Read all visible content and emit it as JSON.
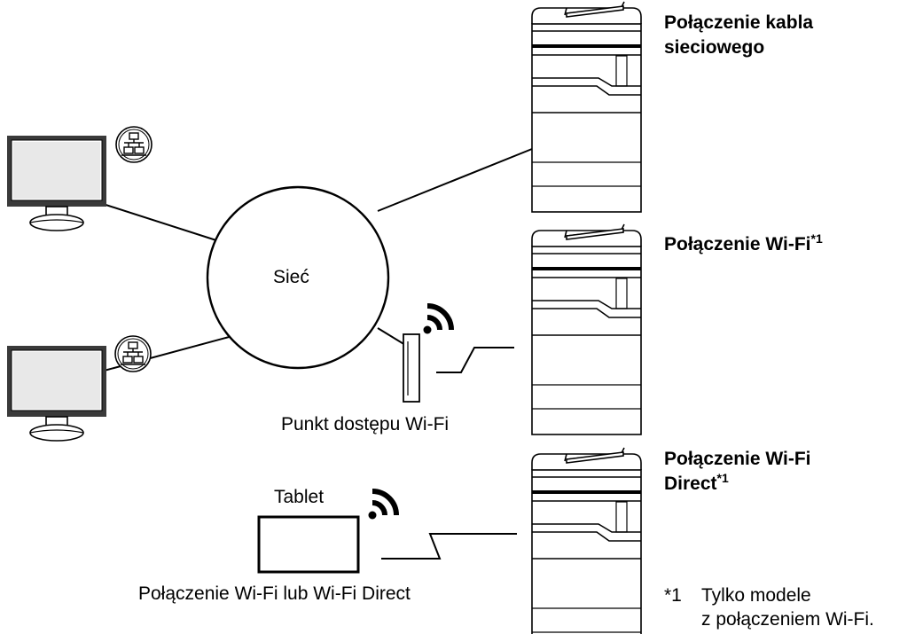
{
  "network": {
    "label": "Sieć"
  },
  "access_point": {
    "label": "Punkt dostępu Wi-Fi"
  },
  "tablet": {
    "label": "Tablet",
    "caption": "Połączenie Wi-Fi lub Wi-Fi Direct"
  },
  "connections": {
    "cable_line1": "Połączenie kabla",
    "cable_line2": "sieciowego",
    "wifi": "Połączenie Wi-Fi",
    "wifi_sup": "*1",
    "direct_line1": "Połączenie Wi-Fi",
    "direct_line2": "Direct",
    "direct_sup": "*1"
  },
  "footnote": {
    "mark": "*1",
    "line1": "Tylko modele",
    "line2": "z połączeniem Wi-Fi."
  },
  "icons": [
    "computer-icon",
    "network-port-icon",
    "printer-icon",
    "wifi-signal-icon",
    "access-point-icon",
    "tablet-icon"
  ]
}
